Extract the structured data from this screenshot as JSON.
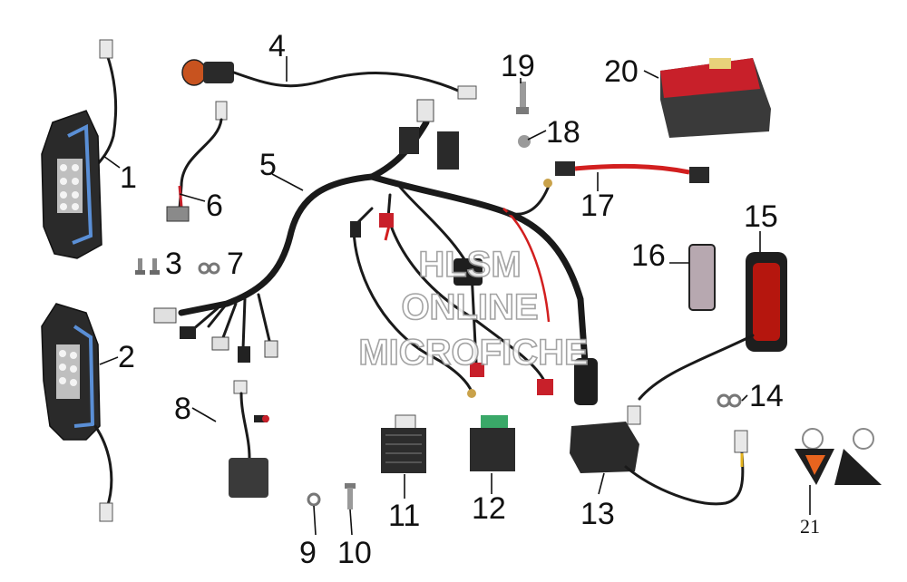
{
  "watermark": {
    "line1": "HLSM",
    "line2": "ONLINE",
    "line3": "MICROFICHE"
  },
  "callouts": {
    "p1": "1",
    "p2": "2",
    "p3": "3",
    "p4": "4",
    "p5": "5",
    "p6": "6",
    "p7": "7",
    "p8": "8",
    "p9": "9",
    "p10": "10",
    "p11": "11",
    "p12": "12",
    "p13": "13",
    "p14": "14",
    "p15": "15",
    "p16": "16",
    "p17": "17",
    "p18": "18",
    "p19": "19",
    "p20": "20",
    "p21": "21"
  },
  "colors": {
    "wire": "#1a1a1a",
    "red_wire": "#d21f1f",
    "battery_red": "#c8202a",
    "tail_light_red": "#b5160e",
    "led_blue": "#5a8fd6",
    "keytag_orange": "#e8641e"
  }
}
